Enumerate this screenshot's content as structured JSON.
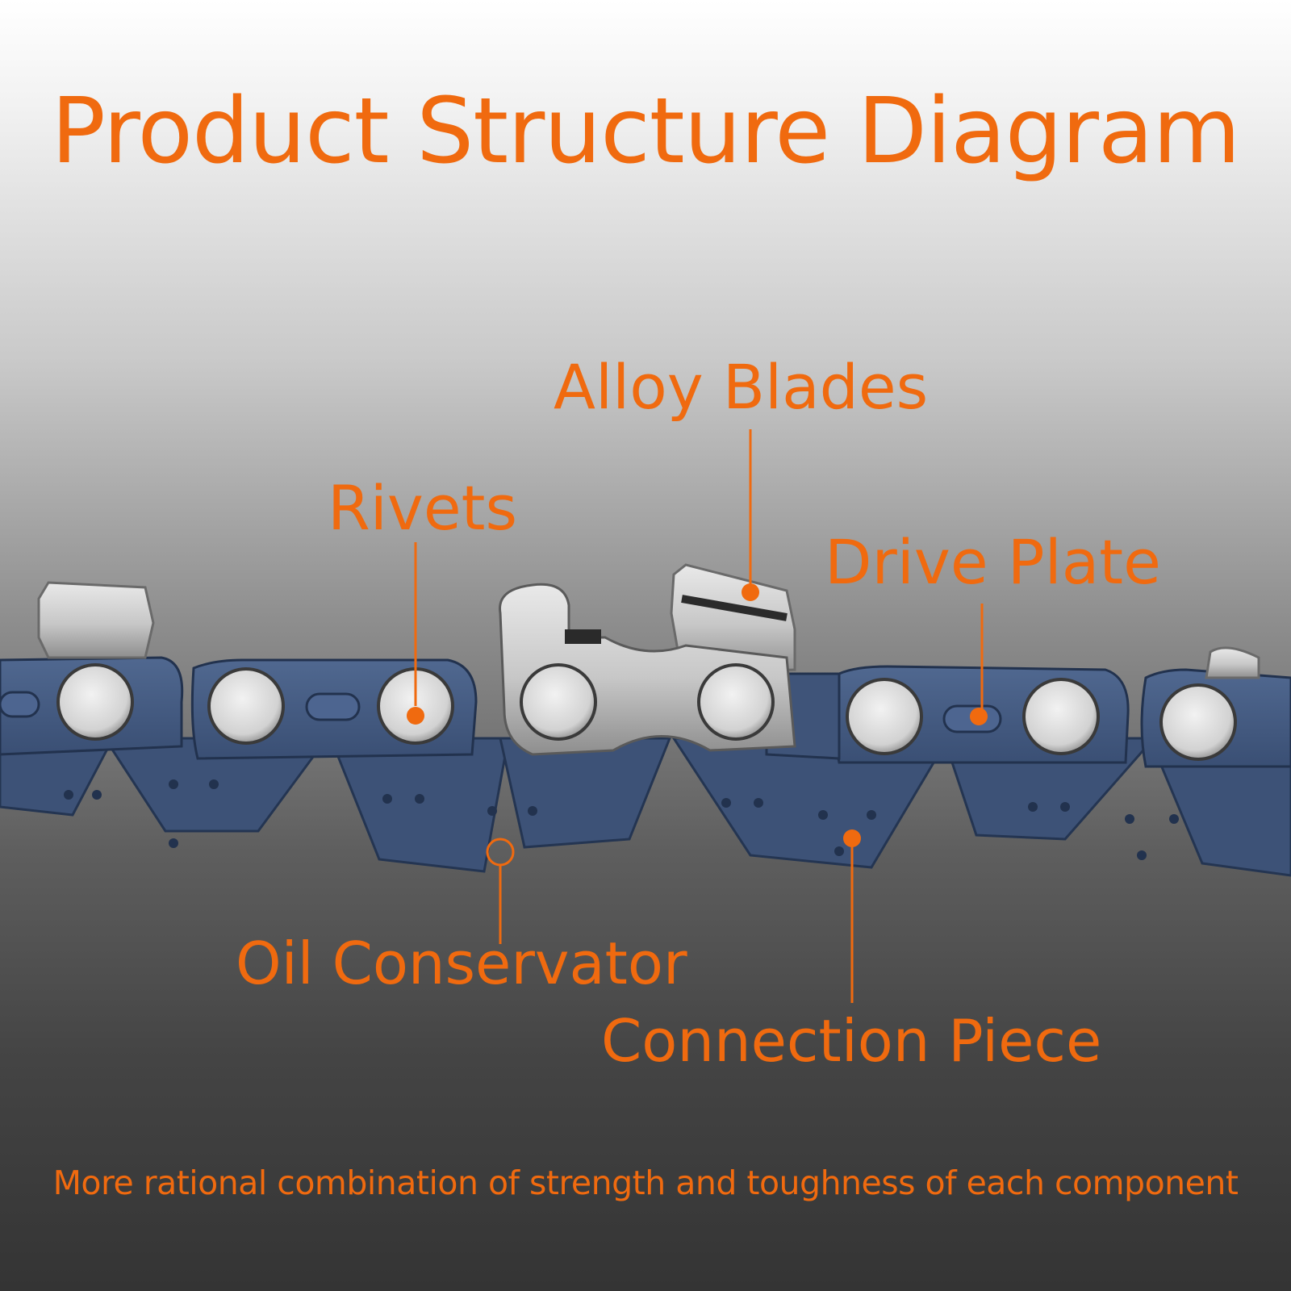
{
  "accent_color": "#f06a0f",
  "title": "Product Structure Diagram",
  "labels": {
    "alloy_blades": "Alloy Blades",
    "rivets": "Rivets",
    "drive_plate": "Drive Plate",
    "oil_conservator": "Oil Conservator",
    "connection_piece": "Connection Piece"
  },
  "subtitle": "More rational combination of strength and toughness of each component"
}
